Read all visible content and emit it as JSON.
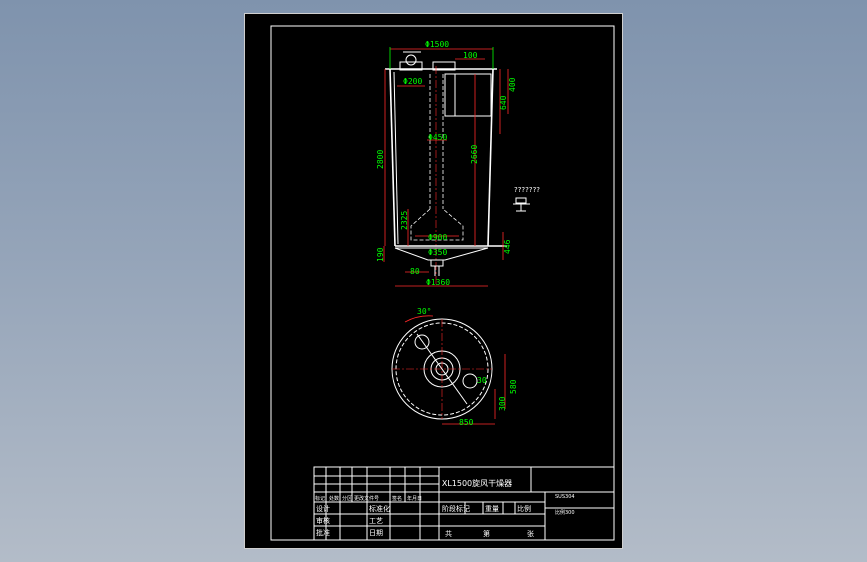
{
  "drawing": {
    "dimensions": {
      "top_diameter": "Φ1500",
      "offset_100": "100",
      "height_400": "400",
      "height_640": "640",
      "inlet_diameter": "Φ200",
      "total_height": "2800",
      "pipe_diameter": "Φ450",
      "height_2660": "2660",
      "height_2325": "2325",
      "cone_top_diameter": "Φ900",
      "outlet_diameter": "Φ350",
      "height_190": "190",
      "height_446": "446",
      "width_80": "80",
      "base_diameter": "Φ1360",
      "angle": "30°",
      "plan_580": "580",
      "plan_300": "300",
      "plan_850": "850"
    },
    "unknown_label": "???????"
  },
  "title_block": {
    "drawing_title": "XL1500旋风干燥器",
    "material": "SUS304",
    "scale": "比例300",
    "revision_row": [
      "标记",
      "处数",
      "分区",
      "更改文件号",
      "签名",
      "年月日"
    ],
    "design": "设计",
    "standardize": "标准化",
    "review": "审核",
    "process": "工艺",
    "approve": "批准",
    "date": "日期",
    "stage_mark": "阶段标记",
    "weight": "重量",
    "ratio": "比例",
    "total_sheets": "共",
    "sheet_no": "第",
    "sheet_unit": "张"
  }
}
